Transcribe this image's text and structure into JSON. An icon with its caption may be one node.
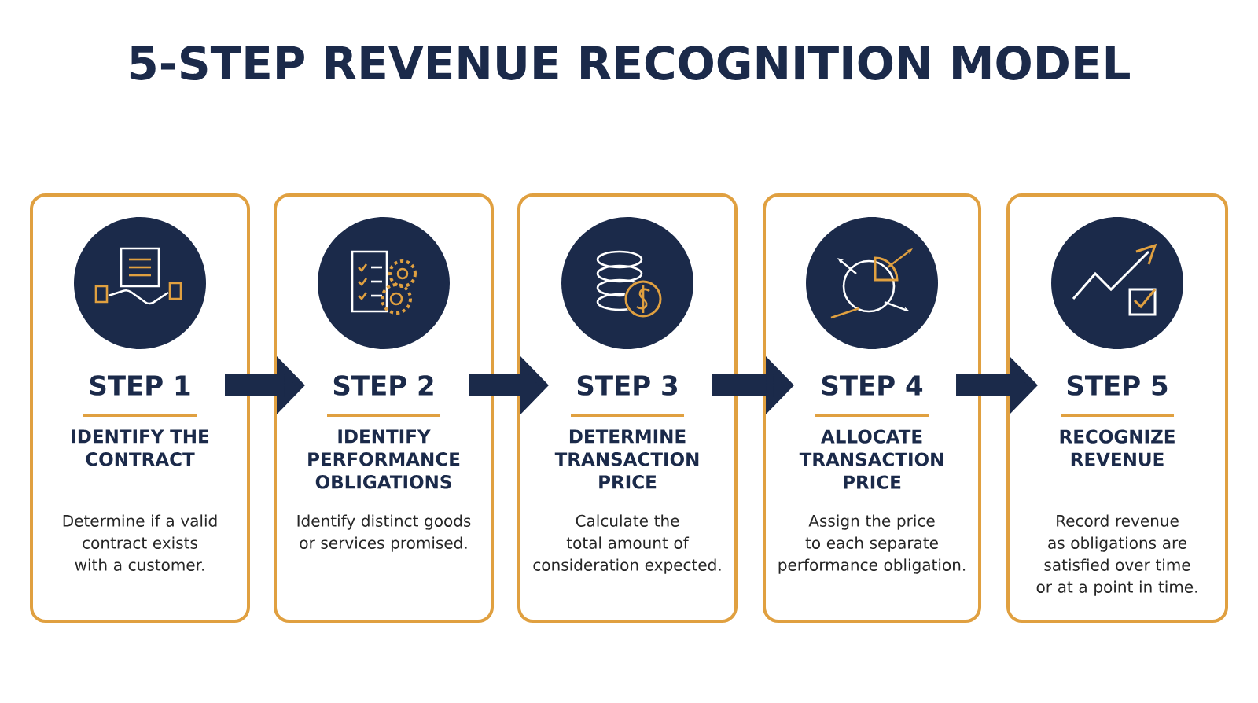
{
  "diagram": {
    "title": "5-STEP REVENUE RECOGNITION MODEL",
    "nodes": [
      {
        "text": [
          "STEP 1",
          "IDENTIFY THE CONTRACT",
          "Determine if a valid contract exists with a customer."
        ]
      },
      {
        "text": [
          "STEP 2",
          "IDENTIFY PERFORMANCE OBLIGATIONS",
          "Identify distinct goods or services promised."
        ]
      },
      {
        "text": [
          "STEP 3",
          "DETERMINE TRANSACTION PRICE",
          "Calculate the total amount of consideration expected."
        ]
      },
      {
        "text": [
          "STEP 4",
          "ALLOCATE TRANSACTION PRICE",
          "Assign the price to each separate performance obligation."
        ]
      },
      {
        "text": [
          "STEP 5",
          "RECOGNIZE REVENUE",
          "Record revenue as obligations are satisfied over time or at a point in time."
        ]
      }
    ],
    "edges": [
      {
        "from": 0,
        "to": 1,
        "arrow": "to"
      },
      {
        "from": 1,
        "to": 2,
        "arrow": "to"
      },
      {
        "from": 2,
        "to": 3,
        "arrow": "to"
      },
      {
        "from": 3,
        "to": 4,
        "arrow": "to"
      }
    ]
  }
}
